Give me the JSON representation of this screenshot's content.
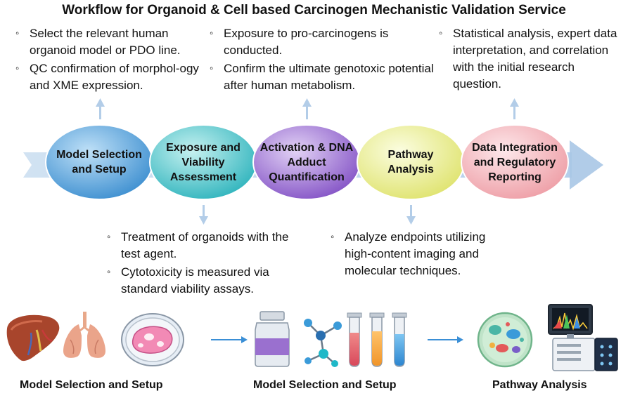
{
  "title": "Workflow for Organoid & Cell based Carcinogen Mechanistic Validation Service",
  "steps": [
    {
      "label": "Model Selection and Setup",
      "color": "#5fa8dc"
    },
    {
      "label": "Exposure and Viability Assessment",
      "color": "#4ec3c8"
    },
    {
      "label": "Activation & DNA Adduct Quantification",
      "color": "#9b6fd0"
    },
    {
      "label": "Pathway Analysis",
      "color": "#e9ec88"
    },
    {
      "label": "Data Integration and Regulatory Reporting",
      "color": "#f3b3b9"
    }
  ],
  "notes": {
    "step1": [
      "Select the relevant human organoid model or PDO line.",
      "QC confirmation of morphol-ogy and XME expression."
    ],
    "step2": [
      "Treatment of organoids with the test agent.",
      "Cytotoxicity is measured via standard viability assays."
    ],
    "step3": [
      "Exposure to pro-carcinogens is conducted.",
      "Confirm the ultimate genotoxic potential after human metabolism."
    ],
    "step4": [
      "Analyze endpoints utilizing high-content imaging and molecular techniques."
    ],
    "step5": [
      "Statistical analysis, expert data interpretation, and correlation with the initial research question."
    ]
  },
  "bottom_labels": [
    "Model Selection and Setup",
    "Model Selection and Setup",
    "Pathway Analysis"
  ],
  "icons": [
    "liver-icon",
    "lungs-icon",
    "petri-dish-icon",
    "vial-icon",
    "molecule-icon",
    "test-tubes-icon",
    "cell-icon",
    "analyzer-icon"
  ]
}
